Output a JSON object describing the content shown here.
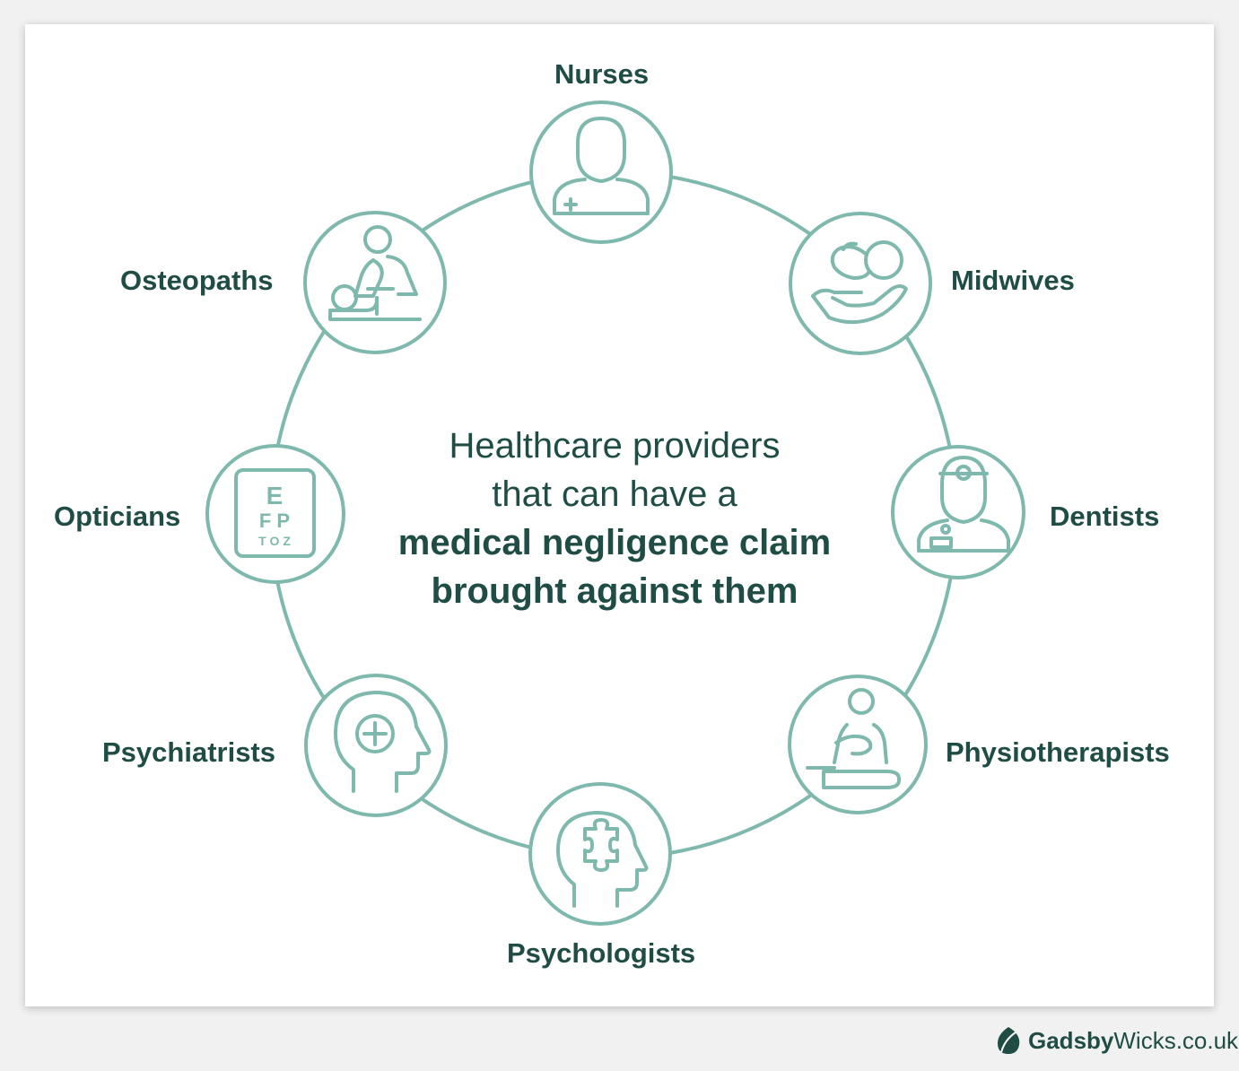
{
  "title": {
    "line1": "Healthcare providers",
    "line2": "that can have a",
    "line3": "medical negligence claim",
    "line4": "brought against them"
  },
  "nodes": [
    {
      "label": "Nurses",
      "icon": "nurse-icon"
    },
    {
      "label": "Midwives",
      "icon": "baby-in-hand-icon"
    },
    {
      "label": "Dentists",
      "icon": "dentist-icon"
    },
    {
      "label": "Physiotherapists",
      "icon": "physiotherapist-icon"
    },
    {
      "label": "Psychologists",
      "icon": "head-puzzle-icon"
    },
    {
      "label": "Psychiatrists",
      "icon": "head-plus-icon"
    },
    {
      "label": "Opticians",
      "icon": "eye-chart-icon"
    },
    {
      "label": "Osteopaths",
      "icon": "osteopath-icon"
    }
  ],
  "eye_chart": {
    "row1": "E",
    "row2": "F P",
    "row3": "T O Z"
  },
  "footer": {
    "brand_bold": "Gadsby",
    "brand_regular": "Wicks.co.uk"
  },
  "colors": {
    "accent": "#7fb8ac",
    "text": "#1f4d45",
    "background": "#ffffff"
  }
}
